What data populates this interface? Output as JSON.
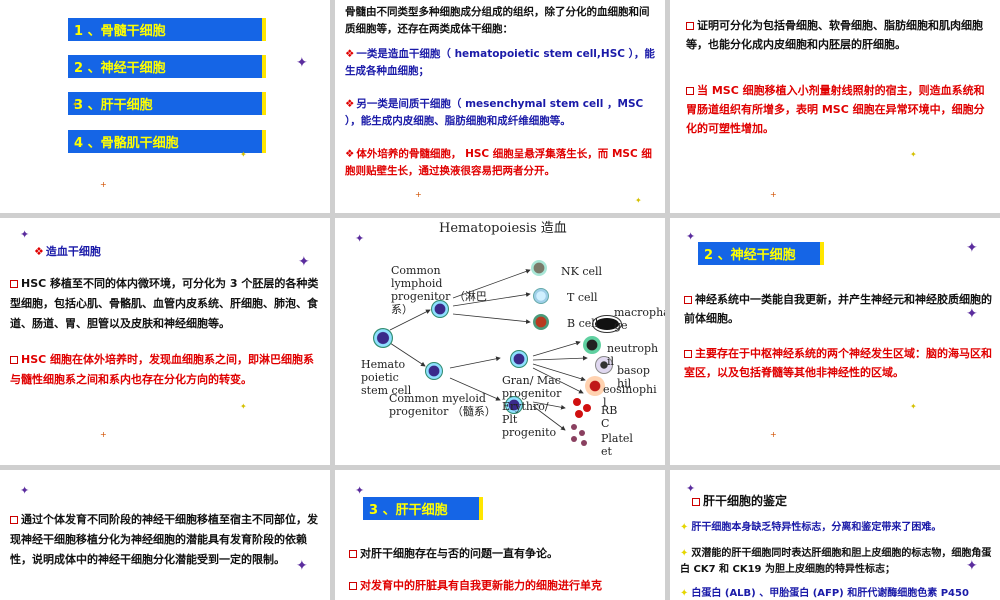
{
  "slide1": {
    "items": [
      "1 、骨髓干细胞",
      "2 、神经干细胞",
      "3 、肝干细胞",
      "4 、骨骼肌干细胞"
    ]
  },
  "slide2": {
    "intro": "骨髓由不同类型多种细胞成分组成的组织，除了分化的血细胞和间质细胞等，还存在两类成体干细胞：",
    "p1": "一类是造血干细胞（ hematopoietic stem cell,HSC ），能生成各种血细胞；",
    "p2": "另一类是间质干细胞（ mesenchymal stem cell ，MSC ），能生成内皮细胞、脂肪细胞和成纤维细胞等。",
    "p3": "体外培养的骨髓细胞， HSC 细胞呈悬浮集落生长，而 MSC 细胞则贴壁生长，通过换液很容易把两者分开。"
  },
  "slide3": {
    "p1": "证明可分化为包括骨细胞、软骨细胞、脂肪细胞和肌肉细胞等，也能分化成内皮细胞和内胚层的肝细胞。",
    "p2": "当 MSC 细胞移植入小剂量射线照射的宿主，则造血系统和胃肠道组织有所增多，表明 MSC 细胞在异常环境中，细胞分化的可塑性增加。"
  },
  "slide4": {
    "heading": "造血干细胞",
    "p1": "HSC 移植至不同的体内微环境，可分化为 3 个胚层的各种类型细胞，包括心肌、骨骼肌、血管内皮系统、肝细胞、肺泡、食道、肠道、胃、胆管以及皮肤和神经细胞等。",
    "p2": "HSC 细胞在体外培养时，发现血细胞系之间，即淋巴细胞系与髓性细胞系之间和系内也存在分化方向的转变。"
  },
  "slide5": {
    "title": "Hematopoiesis  造血",
    "hsc": "Hemato poietic stem cell",
    "lymphoid": "Common lymphoid progenitor （淋巴系）",
    "myeloid": "Common myeloid progenitor （髓系）",
    "gran": "Gran/ Mac progenitor Erythro/ Plt progenito",
    "nk": "NK cell",
    "t": "T cell",
    "b": "B cell",
    "macro": "macropha ge",
    "neutro": "neutroph il",
    "baso": "basop hil",
    "eos": "eosinophi l",
    "rbc": "RB C",
    "plt": "Platel et"
  },
  "slide6": {
    "bar": "2 、神经干细胞",
    "p1": "神经系统中一类能自我更新，并产生神经元和神经胶质细胞的前体细胞。",
    "p2": "主要存在于中枢神经系统的两个神经发生区域：脑的海马区和室区，以及包括脊髓等其他非神经性的区域。"
  },
  "slide7": {
    "p1": "通过个体发育不同阶段的神经干细胞移植至宿主不同部位，发现神经干细胞移植分化为神经细胞的潜能具有发育阶段的依赖性，说明成体中的神经干细胞分化潜能受到一定的限制。"
  },
  "slide8": {
    "bar": "3 、肝干细胞",
    "p1": "对肝干细胞存在与否的问题一直有争论。",
    "p2": "对发育中的肝脏具有自我更新能力的细胞进行单克"
  },
  "slide9": {
    "heading": "肝干细胞的鉴定",
    "b1": "肝干细胞本身缺乏特异性标志，分离和鉴定带来了困难。",
    "b2": "双潜能的肝干细胞同时表达肝细胞和胆上皮细胞的标志物，细胞角蛋白 CK7 和 CK19 为胆上皮细胞的特异性标志；",
    "b3": "白蛋白 (ALB) 、甲胎蛋白 (AFP) 和肝代谢酶细胞色素 P450"
  }
}
